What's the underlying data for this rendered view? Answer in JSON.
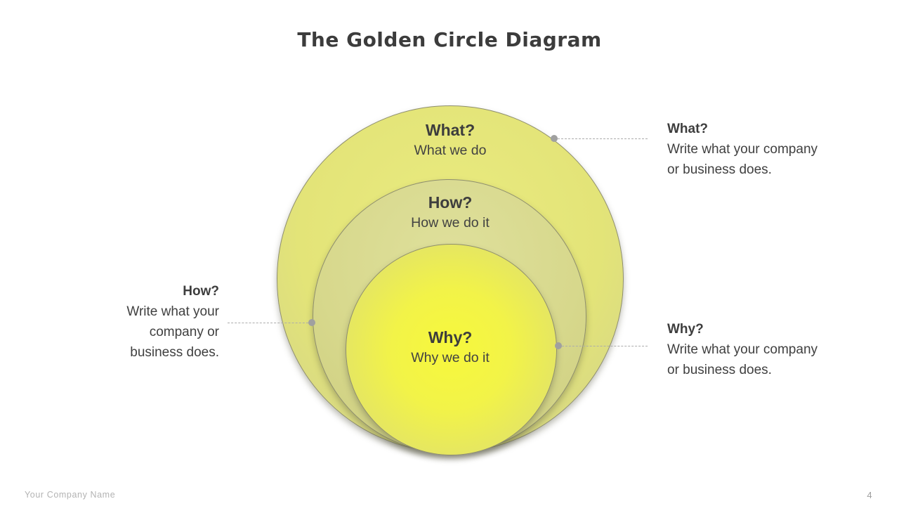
{
  "slide": {
    "title": "The Golden Circle Diagram",
    "footer": {
      "company_name": "Your Company Name",
      "page_number": "4"
    }
  },
  "diagram": {
    "type": "golden-circle-nested-circles",
    "circles": [
      {
        "id": "what",
        "label": "What?",
        "sublabel": "What we do"
      },
      {
        "id": "how",
        "label": "How?",
        "sublabel": "How we do it"
      },
      {
        "id": "why",
        "label": "Why?",
        "sublabel": "Why we do it"
      }
    ]
  },
  "callouts": {
    "what": {
      "heading": "What?",
      "line1": "Write what your company",
      "line2": "or business does.",
      "side": "right"
    },
    "how": {
      "heading": "How?",
      "line1": "Write what your",
      "line2": "company or",
      "line3": "business does.",
      "side": "left"
    },
    "why": {
      "heading": "Why?",
      "line1": "Write what your company",
      "line2": "or business does.",
      "side": "right"
    }
  },
  "colors": {
    "title_text": "#3c3c3c",
    "body_text": "#404040",
    "outer_circle_fill": "#e3e478",
    "middle_circle_fill": "#d7d88c",
    "inner_circle_fill": "#f2f348",
    "circle_stroke": "#8e8e6e",
    "connector_gray": "#acacac",
    "footer_gray": "#b3b3b3",
    "background": "#ffffff"
  }
}
